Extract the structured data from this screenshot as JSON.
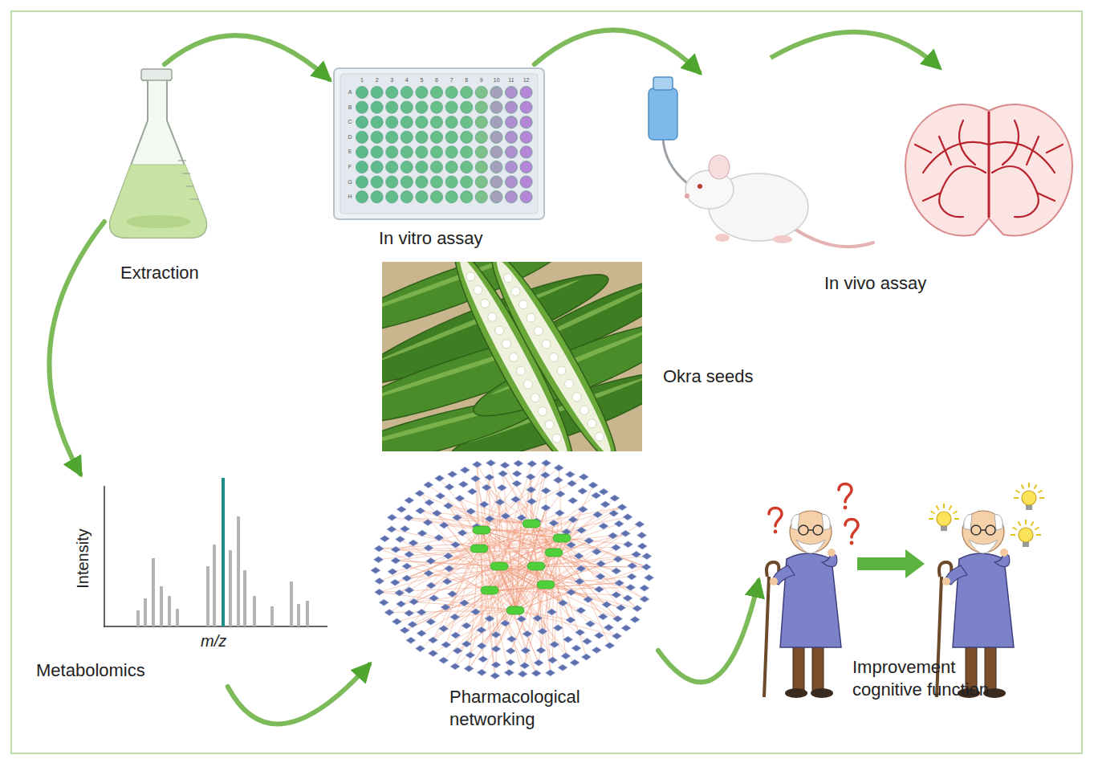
{
  "diagram": {
    "nodes": [
      {
        "text": [
          "Extraction"
        ]
      },
      {
        "text": [
          "In vitro assay"
        ]
      },
      {
        "text": [
          "In vivo assay"
        ]
      },
      {
        "text": [
          "Metabolomics"
        ]
      },
      {
        "text": [
          "Pharmacological networking"
        ]
      },
      {
        "text": [
          "Improvement cognitive function"
        ]
      }
    ],
    "edges": [
      {
        "from": 0,
        "to": 1,
        "arrow": "to"
      },
      {
        "from": 1,
        "to": 2,
        "arrow": "to"
      },
      {
        "from": 0,
        "to": 3,
        "arrow": "to"
      },
      {
        "from": 3,
        "to": 4,
        "arrow": "to"
      },
      {
        "from": 4,
        "to": 5,
        "arrow": "to"
      }
    ],
    "labels": [
      "Okra seeds",
      "Intensity",
      "m/z",
      "1",
      "2",
      "3",
      "4",
      "5",
      "6",
      "7",
      "8",
      "9",
      "10",
      "11",
      "12",
      "A",
      "B",
      "C",
      "D",
      "E",
      "F",
      "G",
      "H"
    ]
  }
}
